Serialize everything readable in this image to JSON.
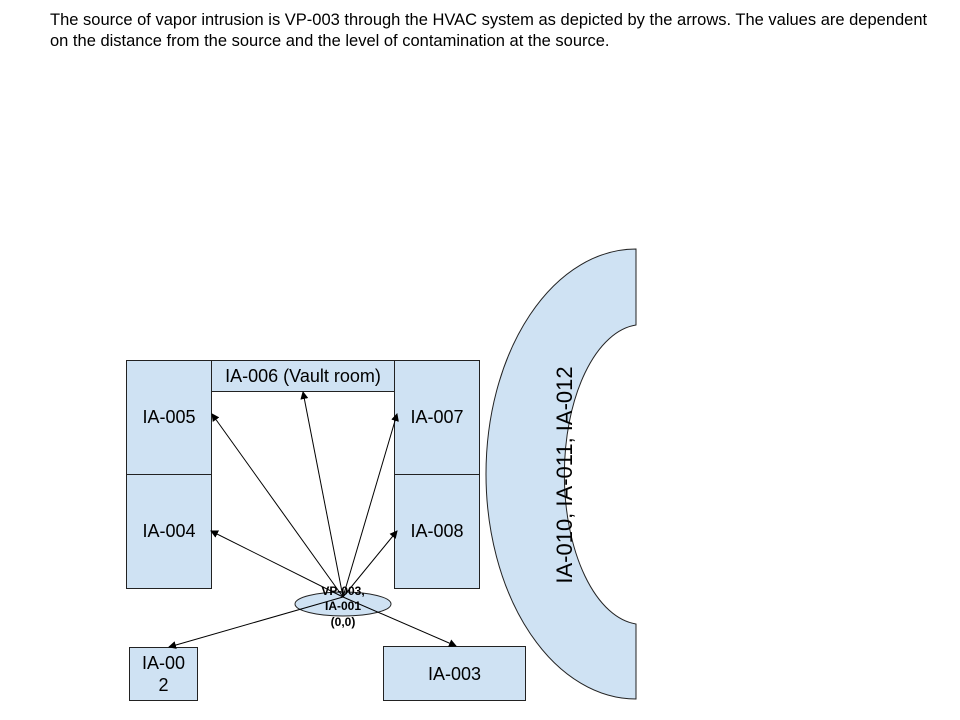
{
  "description": "The source of vapor intrusion is VP-003 through the HVAC system as depicted by the arrows. The values are dependent on the distance from the source and the level of contamination at the source.",
  "rooms": {
    "ia005": "IA-005",
    "ia004": "IA-004",
    "ia006": "IA-006 (Vault room)",
    "ia007": "IA-007",
    "ia008": "IA-008",
    "ia002": "IA-00\n2",
    "ia003": "IA-003"
  },
  "arc_room": "IA-010, IA-011, IA-012",
  "source": {
    "line1": "VP-003,",
    "line2": "IA-001",
    "line3": "(0,0)"
  },
  "colors": {
    "room_fill": "#cfe2f3",
    "outline": "#222222"
  }
}
